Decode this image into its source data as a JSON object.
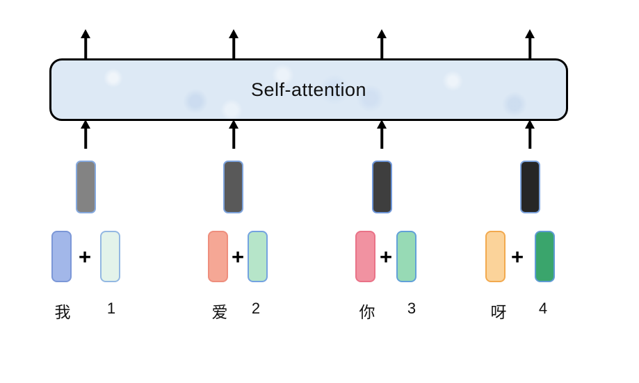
{
  "diagram": {
    "title": "Self-attention",
    "colors": {
      "box_fill": "#dde9f5",
      "box_border": "#000000",
      "arrow": "#000000"
    },
    "columns": [
      {
        "plus": "+",
        "token": {
          "label": "我",
          "fill": "#a2b7e9",
          "border": "#7b97d7"
        },
        "position": {
          "label": "1",
          "fill": "#e3f3ea",
          "border": "#93b8e2"
        },
        "sum": {
          "fill": "#838383",
          "border": "#85a9de"
        }
      },
      {
        "plus": "+",
        "token": {
          "label": "爱",
          "fill": "#f5a795",
          "border": "#ee8e7d"
        },
        "position": {
          "label": "2",
          "fill": "#b6e5c9",
          "border": "#74a2e0"
        },
        "sum": {
          "fill": "#595959",
          "border": "#7da3dc"
        }
      },
      {
        "plus": "+",
        "token": {
          "label": "你",
          "fill": "#f192a1",
          "border": "#e97287"
        },
        "position": {
          "label": "3",
          "fill": "#97dab5",
          "border": "#62a0d8"
        },
        "sum": {
          "fill": "#3e3e3e",
          "border": "#6e96d8"
        }
      },
      {
        "plus": "+",
        "token": {
          "label": "呀",
          "fill": "#fbd39a",
          "border": "#f2a94e"
        },
        "position": {
          "label": "4",
          "fill": "#3aa56c",
          "border": "#5f9bd3"
        },
        "sum": {
          "fill": "#262626",
          "border": "#7da3dc"
        }
      }
    ]
  }
}
